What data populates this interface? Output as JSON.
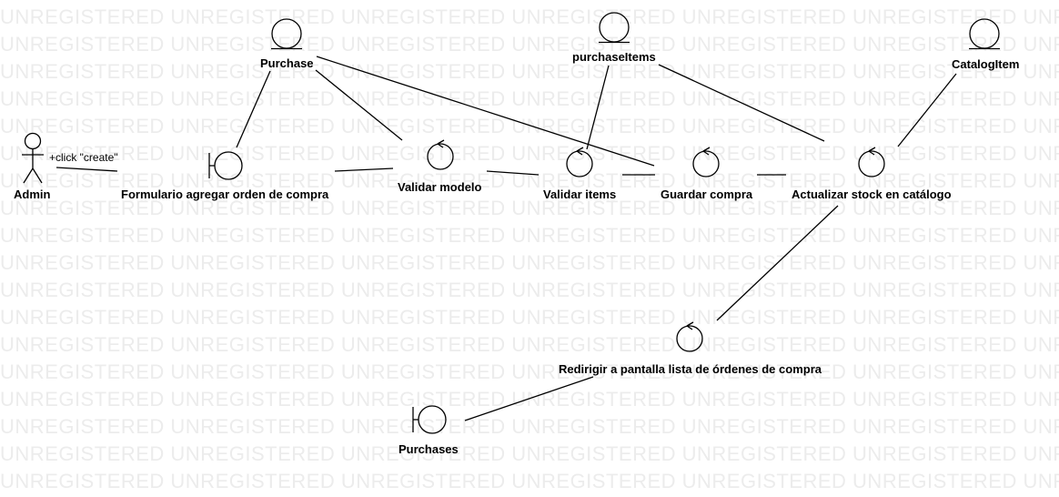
{
  "watermark": {
    "text": "UNREGISTERED"
  },
  "actor": {
    "label": "Admin"
  },
  "message": {
    "label": "+click \"create\""
  },
  "entities": {
    "purchase": "Purchase",
    "purchase_items": "purchaseItems",
    "catalog_item": "CatalogItem"
  },
  "boundaries": {
    "form": "Formulario agregar orden de compra",
    "purchases": "Purchases"
  },
  "controls": {
    "validate_model": "Validar modelo",
    "validate_items": "Validar items",
    "save_purchase": "Guardar compra",
    "update_stock": "Actualizar stock en catálogo",
    "redirect": "Redirigir a pantalla lista de órdenes de compra"
  }
}
